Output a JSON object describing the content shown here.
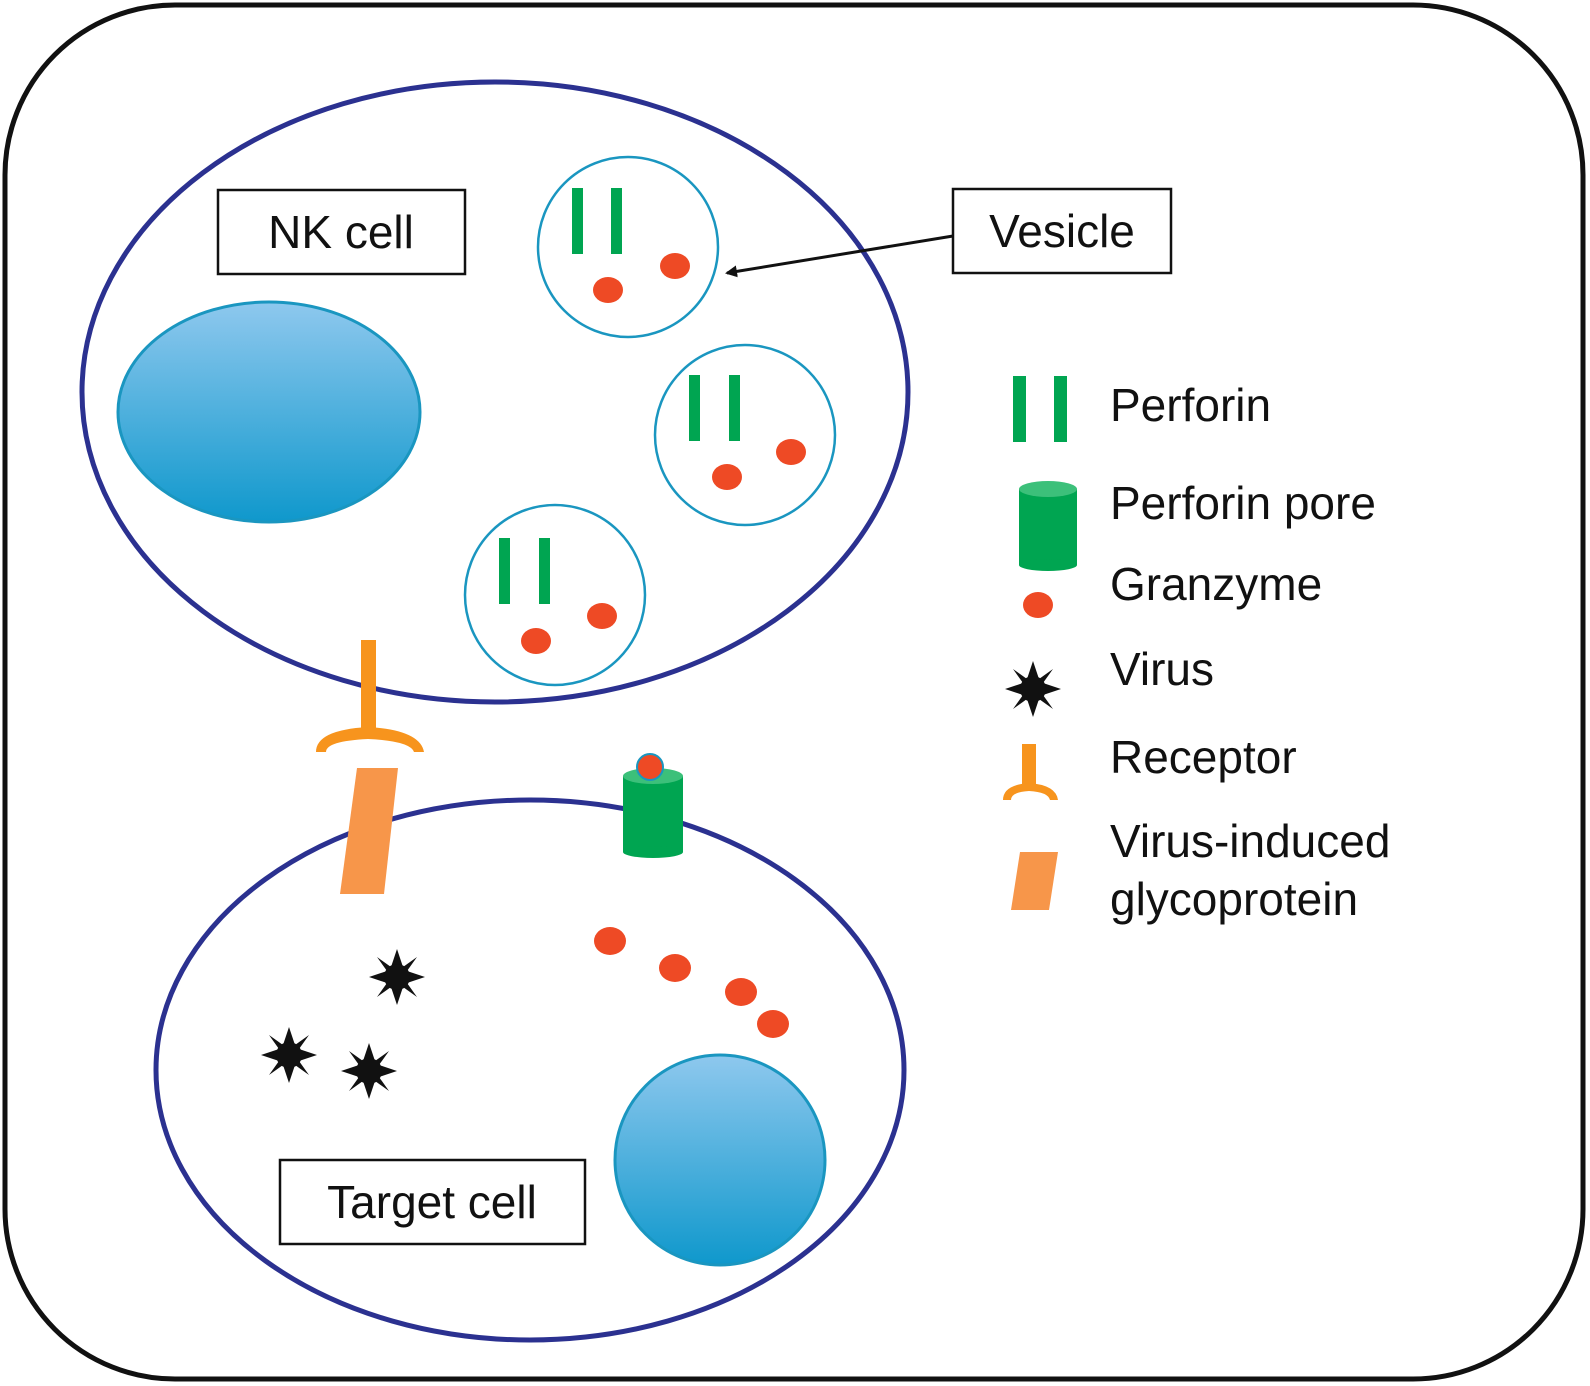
{
  "colors": {
    "frame": "#111111",
    "membrane": "#2b3190",
    "vesicle": "#1a96c0",
    "nucleus_top": "#8ec8ee",
    "nucleus_bottom": "#0f98cc",
    "perforin": "#00a551",
    "granzyme": "#ee4a25",
    "receptor": "#f7941d",
    "glycoprotein": "#f7964a",
    "virus": "#111111"
  },
  "labels": {
    "nk_cell": "NK cell",
    "target_cell": "Target cell",
    "vesicle": "Vesicle"
  },
  "legend": {
    "perforin": "Perforin",
    "perforin_pore": "Perforin pore",
    "granzyme": "Granzyme",
    "virus": "Virus",
    "receptor": "Receptor",
    "glycoprotein_line1": "Virus-induced",
    "glycoprotein_line2": "glycoprotein"
  },
  "icons": {
    "perforin": "perforin-icon",
    "perforin_pore": "perforin-pore-icon",
    "granzyme": "granzyme-icon",
    "virus": "virus-icon",
    "receptor": "receptor-icon",
    "glycoprotein": "glycoprotein-icon"
  }
}
